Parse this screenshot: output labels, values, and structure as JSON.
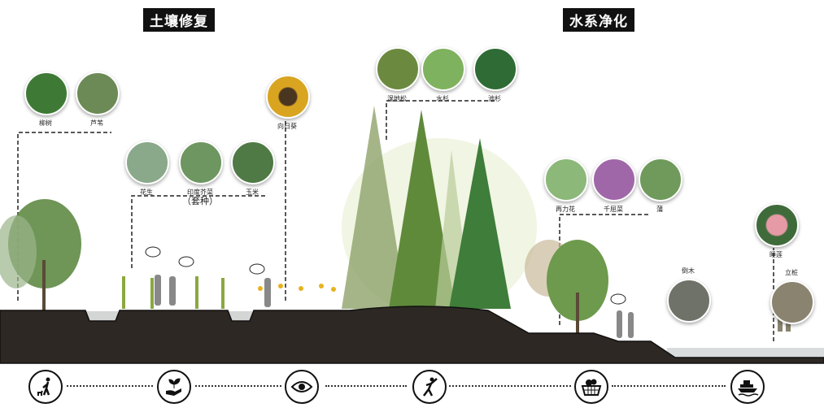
{
  "sections": {
    "soil": "土壤修复",
    "water": "水系净化"
  },
  "plants": {
    "willow": {
      "label": "柳树",
      "color": "#3e7a35"
    },
    "reed": {
      "label": "芦苇",
      "color": "#6b8a55"
    },
    "sunflower": {
      "label": "向日葵",
      "color": "#d9a521"
    },
    "peanut": {
      "label": "花生",
      "color": "#8aa88a"
    },
    "mustard": {
      "label": "印度芥菜",
      "color": "#6e9660"
    },
    "corn": {
      "label": "玉米",
      "color": "#4f7a45"
    },
    "slash_pine": {
      "label": "湿地松",
      "color": "#6b8a3f"
    },
    "metasequoia": {
      "label": "水杉",
      "color": "#7fb25e"
    },
    "pond_cypress": {
      "label": "池杉",
      "color": "#2f6b35"
    },
    "thalia": {
      "label": "再力花",
      "color": "#8cb87a"
    },
    "loosestrife": {
      "label": "千屈菜",
      "color": "#a067a8"
    },
    "cattail": {
      "label": "蒲",
      "color": "#6f9a5c"
    },
    "waterlily": {
      "label": "睡莲",
      "color": "#e59aa6"
    },
    "fallen_log": {
      "label": "倒木",
      "color": "#6f7268"
    },
    "stake": {
      "label": "立桩",
      "color": "#8a8370"
    }
  },
  "intercrop_note": "（套种）",
  "activities": [
    "dog-walking",
    "planting",
    "viewing",
    "exercise",
    "picking",
    "boating"
  ]
}
